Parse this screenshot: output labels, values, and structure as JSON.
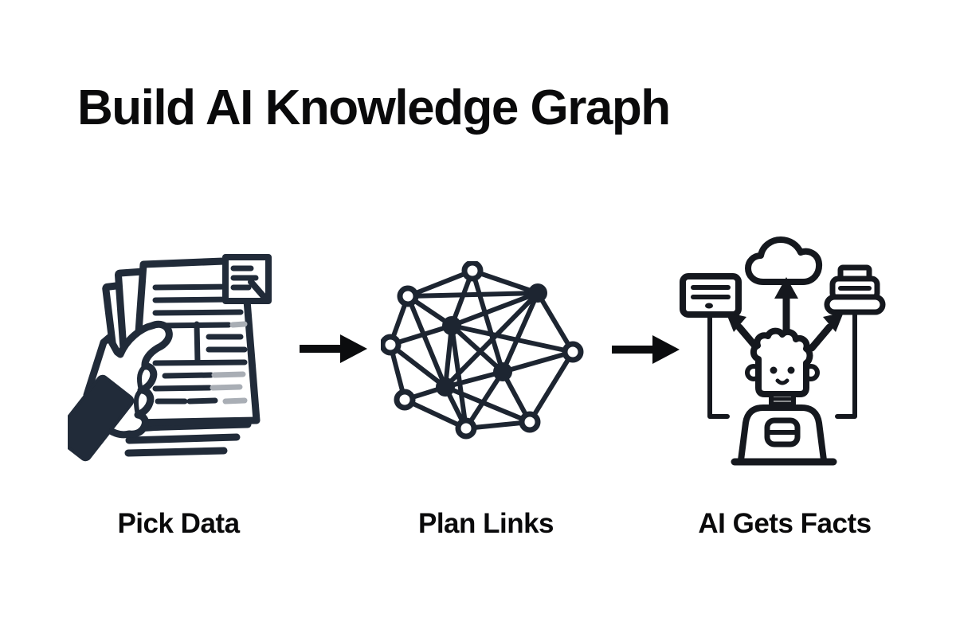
{
  "title": "Build AI Knowledge Graph",
  "steps": [
    {
      "id": "pick-data",
      "label": "Pick Data",
      "icon": "documents-hand-icon"
    },
    {
      "id": "plan-links",
      "label": "Plan Links",
      "icon": "network-graph-icon"
    },
    {
      "id": "ai-gets-facts",
      "label": "AI Gets Facts",
      "icon": "robot-facts-icon"
    }
  ],
  "connectors": [
    {
      "icon": "right-arrow-icon"
    },
    {
      "icon": "right-arrow-icon"
    }
  ],
  "colors": {
    "background": "#ffffff",
    "text": "#0a0a0b",
    "document_stroke": "#212b39",
    "network_stroke": "#1d2531",
    "robot_stroke": "#15181e",
    "arrow": "#0b0c0e",
    "muted_line": "#a9aeb5"
  }
}
